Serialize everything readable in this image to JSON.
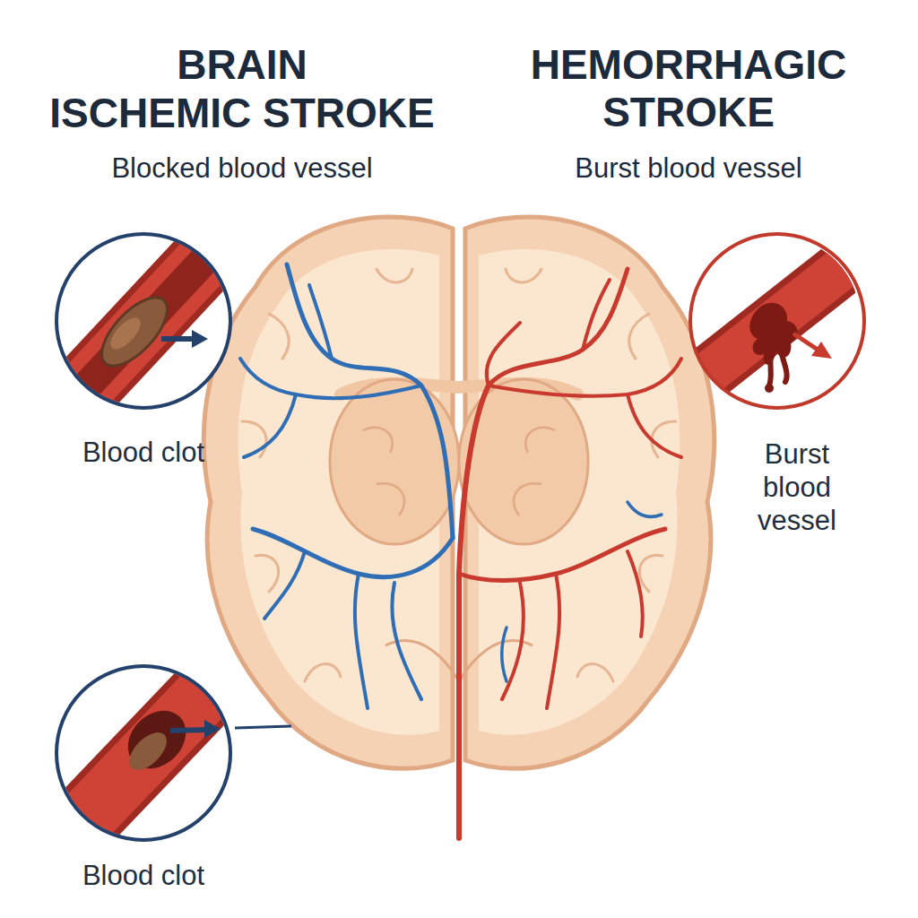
{
  "diagram": {
    "nodes": [
      {
        "text": [
          "Blood clot"
        ]
      },
      {
        "text": [
          "Burst blood vessel"
        ]
      },
      {
        "text": [
          "Blood clot"
        ]
      }
    ],
    "labels": [
      "BRAIN",
      "ISCHEMIC STROKE",
      "Blocked blood vessel",
      "HEMORRHAGIC STROKE",
      "Burst blood vessel"
    ]
  }
}
